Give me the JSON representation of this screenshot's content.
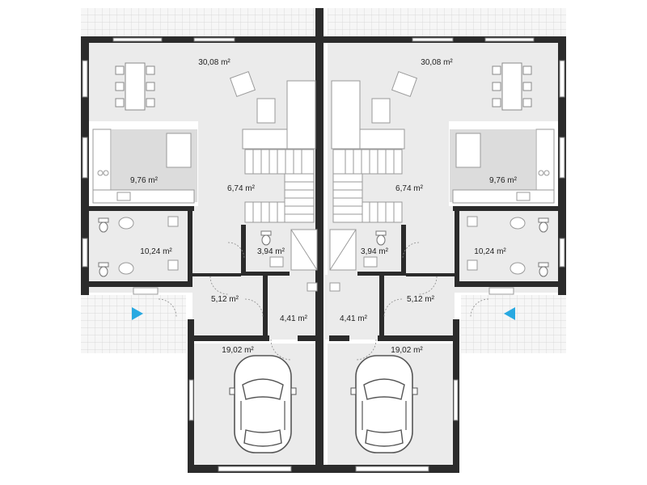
{
  "rooms": {
    "left_living": "30,08 m²",
    "right_living": "30,08 m²",
    "left_kitchen": "9,76 m²",
    "right_kitchen": "9,76 m²",
    "left_hall": "6,74 m²",
    "right_hall": "6,74 m²",
    "left_bath": "10,24 m²",
    "right_bath": "10,24 m²",
    "left_wc": "3,94 m²",
    "right_wc": "3,94 m²",
    "left_entry": "5,12 m²",
    "right_entry": "5,12 m²",
    "left_utility": "4,41 m²",
    "right_utility": "4,41 m²",
    "left_garage": "19,02 m²",
    "right_garage": "19,02 m²"
  },
  "colors": {
    "wall": "#2b2b2b",
    "floor": "#ebebeb",
    "kitchen": "#dcdcdc",
    "terrace": "#f4f4f4",
    "entrance_marker": "#29a9e1"
  },
  "icons": [
    "entrance-arrow-icon",
    "car-icon",
    "table-icon",
    "sofa-icon",
    "toilet-icon",
    "bathtub-icon",
    "stairs-icon"
  ]
}
